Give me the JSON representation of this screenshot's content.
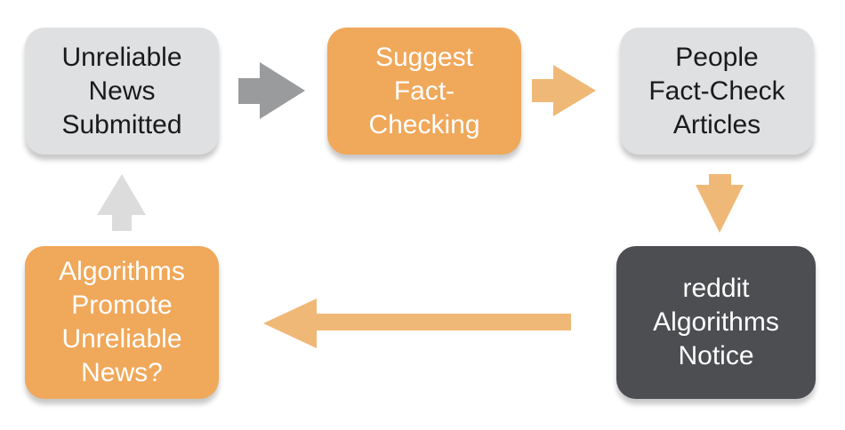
{
  "diagram": {
    "nodes": [
      {
        "id": "n1",
        "lines": [
          "Unreliable",
          "News",
          "Submitted"
        ],
        "color": "#dfe0e2",
        "text_color": "#1a1a1a"
      },
      {
        "id": "n2",
        "lines": [
          "Suggest",
          "Fact-",
          "Checking"
        ],
        "color": "#f0a85a",
        "text_color": "#ffffff"
      },
      {
        "id": "n3",
        "lines": [
          "People",
          "Fact-Check",
          "Articles"
        ],
        "color": "#dfe0e2",
        "text_color": "#1a1a1a"
      },
      {
        "id": "n4",
        "lines": [
          "reddit",
          "Algorithms",
          "Notice"
        ],
        "color": "#4c4e51",
        "text_color": "#ffffff"
      },
      {
        "id": "n5",
        "lines": [
          "Algorithms",
          "Promote",
          "Unreliable",
          "News?"
        ],
        "color": "#f0a85a",
        "text_color": "#ffffff"
      }
    ],
    "edges": [
      {
        "from": "n1",
        "to": "n2",
        "direction": "right",
        "color": "#9a9b9d"
      },
      {
        "from": "n2",
        "to": "n3",
        "direction": "right",
        "color": "#f0b877"
      },
      {
        "from": "n3",
        "to": "n4",
        "direction": "down",
        "color": "#f0b877"
      },
      {
        "from": "n4",
        "to": "n5",
        "direction": "left",
        "color": "#f0b877"
      },
      {
        "from": "n5",
        "to": "n1",
        "direction": "up",
        "color": "#dcdcdc"
      }
    ]
  }
}
